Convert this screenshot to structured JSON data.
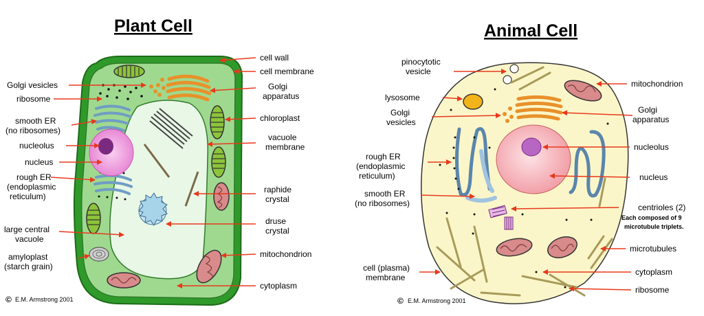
{
  "plant": {
    "title": "Plant Cell",
    "copyright": "E.M. Armstrong 2001",
    "labels": {
      "golgi_vesicles": "Golgi vesicles",
      "ribosome": "ribosome",
      "smooth_er_1": "smooth ER",
      "smooth_er_2": "(no ribosomes)",
      "nucleolus": "nucleolus",
      "nucleus": "nucleus",
      "rough_er_1": "rough ER",
      "rough_er_2": "(endoplasmic",
      "rough_er_3": "reticulum)",
      "large_vacuole_1": "large central",
      "large_vacuole_2": "vacuole",
      "amyloplast_1": "amyloplast",
      "amyloplast_2": "(starch grain)",
      "cell_wall": "cell wall",
      "cell_membrane": "cell membrane",
      "golgi_apparatus_1": "Golgi",
      "golgi_apparatus_2": "apparatus",
      "chloroplast": "chloroplast",
      "vacuole_membrane_1": "vacuole",
      "vacuole_membrane_2": "membrane",
      "raphide_1": "raphide",
      "raphide_2": "crystal",
      "druse_1": "druse",
      "druse_2": "crystal",
      "mitochondrion": "mitochondrion",
      "cytoplasm": "cytoplasm"
    }
  },
  "animal": {
    "title": "Animal Cell",
    "copyright": "E.M. Armstrong 2001",
    "labels": {
      "pinocytotic_1": "pinocytotic",
      "pinocytotic_2": "vesicle",
      "lysosome": "lysosome",
      "golgi_vesicles_1": "Golgi",
      "golgi_vesicles_2": "vesicles",
      "rough_er_1": "rough ER",
      "rough_er_2": "(endoplasmic",
      "rough_er_3": "reticulum)",
      "smooth_er_1": "smooth ER",
      "smooth_er_2": "(no ribosomes)",
      "cell_membrane_1": "cell (plasma)",
      "cell_membrane_2": "membrane",
      "mitochondrion": "mitochondrion",
      "golgi_apparatus_1": "Golgi",
      "golgi_apparatus_2": "apparatus",
      "nucleolus": "nucleolus",
      "nucleus": "nucleus",
      "centrioles": "centrioles (2)",
      "centrioles_note_1": "Each composed of 9",
      "centrioles_note_2": "microtubule triplets.",
      "microtubules": "microtubules",
      "cytoplasm": "cytoplasm",
      "ribosome": "ribosome"
    }
  },
  "colors": {
    "arrow": "#e8381c",
    "cell_wall": "#2f9a2a",
    "plant_cytoplasm": "#9fd98f",
    "vacuole": "#e9f7e6",
    "animal_cytoplasm": "#fbf6c9",
    "nucleus": "#f6a6c4",
    "nucleolus": "#7b2a7f",
    "golgi": "#e8912a",
    "er": "#9fc4e0",
    "mito": "#d98a8a",
    "lysosome": "#f3b31b"
  }
}
